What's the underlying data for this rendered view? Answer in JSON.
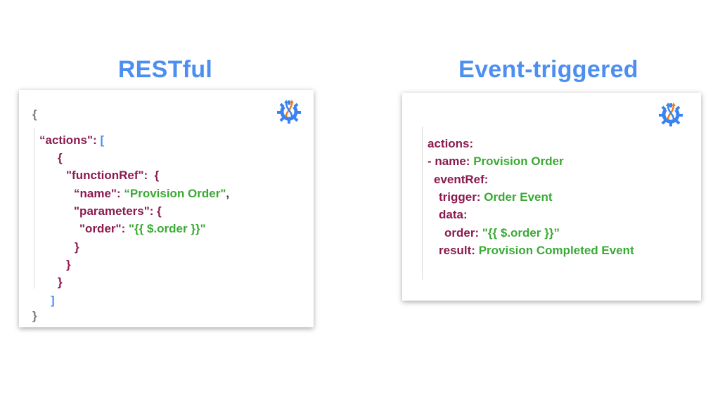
{
  "left": {
    "title": "RESTful",
    "lines": [
      [
        {
          "t": "{",
          "c": "g"
        }
      ],
      [
        {
          "t": "“actions\": ",
          "c": "k"
        },
        {
          "t": "[",
          "c": "b"
        }
      ],
      [
        {
          "t": "{",
          "c": "k"
        }
      ],
      [
        {
          "t": "\"functionRef\":  {",
          "c": "k"
        }
      ],
      [
        {
          "t": "“name\": ",
          "c": "k"
        },
        {
          "t": "“Provision Order\"",
          "c": "s"
        },
        {
          "t": ",",
          "c": "p"
        }
      ],
      [
        {
          "t": "\"parameters\": {",
          "c": "k"
        }
      ],
      [
        {
          "t": "\"order\": ",
          "c": "k"
        },
        {
          "t": "\"{{ $.order }}\"",
          "c": "s"
        }
      ],
      [
        {
          "t": "}",
          "c": "k"
        }
      ],
      [
        {
          "t": "}",
          "c": "k"
        }
      ],
      [
        {
          "t": "}",
          "c": "k"
        }
      ],
      [
        {
          "t": "]",
          "c": "b"
        }
      ],
      [
        {
          "t": "}",
          "c": "g"
        }
      ]
    ]
  },
  "right": {
    "title": "Event-triggered",
    "lines": [
      [
        {
          "t": "actions:",
          "c": "k"
        }
      ],
      [
        {
          "t": "- name: ",
          "c": "k"
        },
        {
          "t": "Provision Order",
          "c": "s"
        }
      ],
      [
        {
          "t": "eventRef:",
          "c": "k"
        }
      ],
      [
        {
          "t": "trigger: ",
          "c": "k"
        },
        {
          "t": "Order Event",
          "c": "s"
        }
      ],
      [
        {
          "t": "data:",
          "c": "k"
        }
      ],
      [
        {
          "t": "order: ",
          "c": "k"
        },
        {
          "t": "\"{{ $.order }}”",
          "c": "s"
        }
      ],
      [
        {
          "t": "result: ",
          "c": "k"
        },
        {
          "t": "Provision Completed Event",
          "c": "s"
        }
      ]
    ]
  },
  "colors": {
    "title": "#4d8ff0",
    "key": "#8a1a4f",
    "string": "#3aaa35",
    "bracket": "#4a90f0",
    "logo_gear": "#3b82f0",
    "logo_arrow": "#f07a1a"
  },
  "logo_icon": "serverless-workflow-logo"
}
